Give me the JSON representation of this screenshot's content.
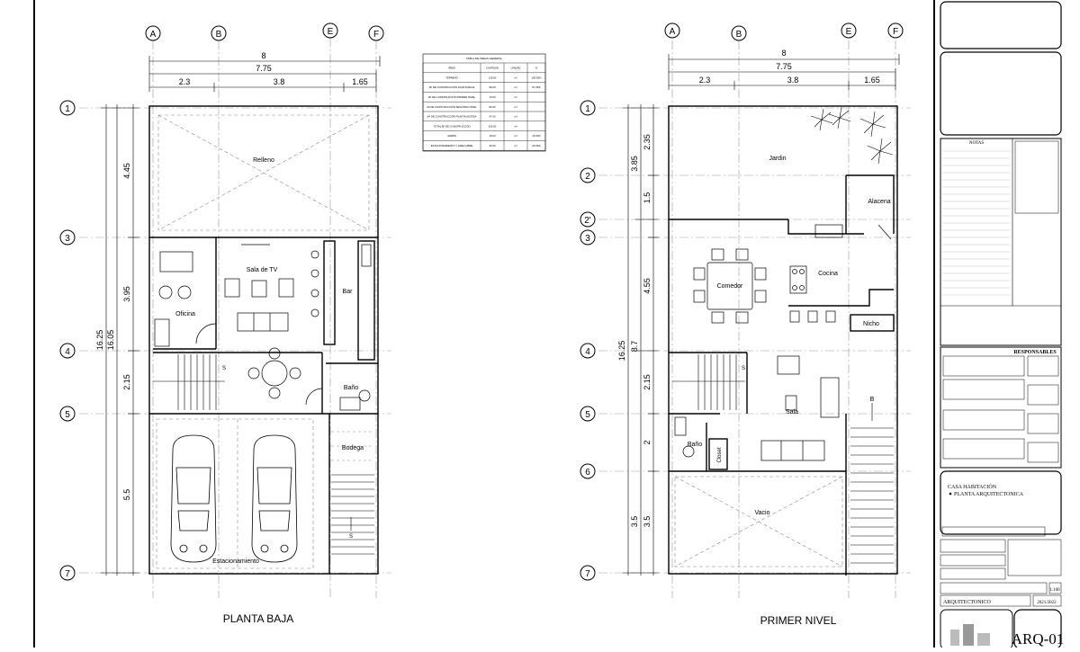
{
  "grid_labels": {
    "columns": [
      "A",
      "B",
      "E",
      "F"
    ],
    "rows_planta_baja": [
      "1",
      "3",
      "4",
      "5",
      "7"
    ],
    "rows_primer_nivel": [
      "1",
      "2",
      "2'",
      "3",
      "4",
      "5",
      "6",
      "7"
    ]
  },
  "dimensions": {
    "total_width": "8",
    "inner_width": "7.75",
    "segments": [
      "2.3",
      "3.8",
      "1.65"
    ],
    "pb_vertical": [
      "4.45",
      "3.95",
      "2.15",
      "5.5"
    ],
    "pb_total": [
      "16.25",
      "16.05"
    ],
    "pn_vertical": [
      "2.35",
      "1.5",
      "4.55",
      "2.15",
      "2",
      "3.5"
    ],
    "pn_side": [
      "3.85",
      "8.7",
      "3.5"
    ],
    "pn_total": "16.25"
  },
  "planta_baja": {
    "title": "PLANTA BAJA",
    "rooms": {
      "relleno": "Relleno",
      "sala_tv": "Sala de TV",
      "oficina": "Oficina",
      "bar": "Bar",
      "bano": "Baño",
      "bodega": "Bodega",
      "estacionamiento": "Estacionamiento",
      "stair_s": "S",
      "stair_s2": "S"
    }
  },
  "primer_nivel": {
    "title": "PRIMER NIVEL",
    "rooms": {
      "jardin": "Jardin",
      "alacena": "Alacena",
      "comedor": "Comedor",
      "cocina": "Cocina",
      "nicho": "Nicho",
      "sala": "Sala",
      "bano": "Baño",
      "closet": "Closet",
      "vacio": "Vacio",
      "stair_b": "B",
      "stair_s": "S"
    }
  },
  "area_table": {
    "title": "TABLA DE ÁREAS GENERAL",
    "headers": [
      "ÁREA",
      "CANTIDAD",
      "UNIDAD",
      "%"
    ],
    "rows": [
      [
        "TERRENO",
        "130.00",
        "m²",
        "100.00%"
      ],
      [
        "M² DE CONSTRUCCIÓN PLANTA BAJA",
        "96.00",
        "m²",
        "57.25%"
      ],
      [
        "M² DE CONSTRUCCIÓN PRIMER NIVEL",
        "70.00",
        "m²",
        ""
      ],
      [
        "M² DE CONSTRUCCIÓN SEGUNDO NIVEL",
        "82.00",
        "m²",
        ""
      ],
      [
        "M² DE CONSTRUCCIÓN PLANTA AZOTEA",
        "47.00",
        "m²",
        ""
      ],
      [
        "TOTAL M² DE CONSTRUCCIÓN",
        "205.00",
        "m²",
        ""
      ],
      [
        "JARDÍN",
        "18.00",
        "m²",
        "13.00%"
      ],
      [
        "ESTACIONAMIENTO Y ÁREA LIBRE",
        "30.00",
        "m²",
        "20.00%"
      ]
    ]
  },
  "title_block": {
    "notas": "NOTAS",
    "responsables": "RESPONSABLES",
    "proyecto_lines": [
      "CASA HABITACIÓN",
      "PLANTA ARQUITECTONICA"
    ],
    "escala": "1:100",
    "tipo": "ARQUITECTONICO",
    "fecha": "2021/2022",
    "clave": "ARQ-01"
  }
}
